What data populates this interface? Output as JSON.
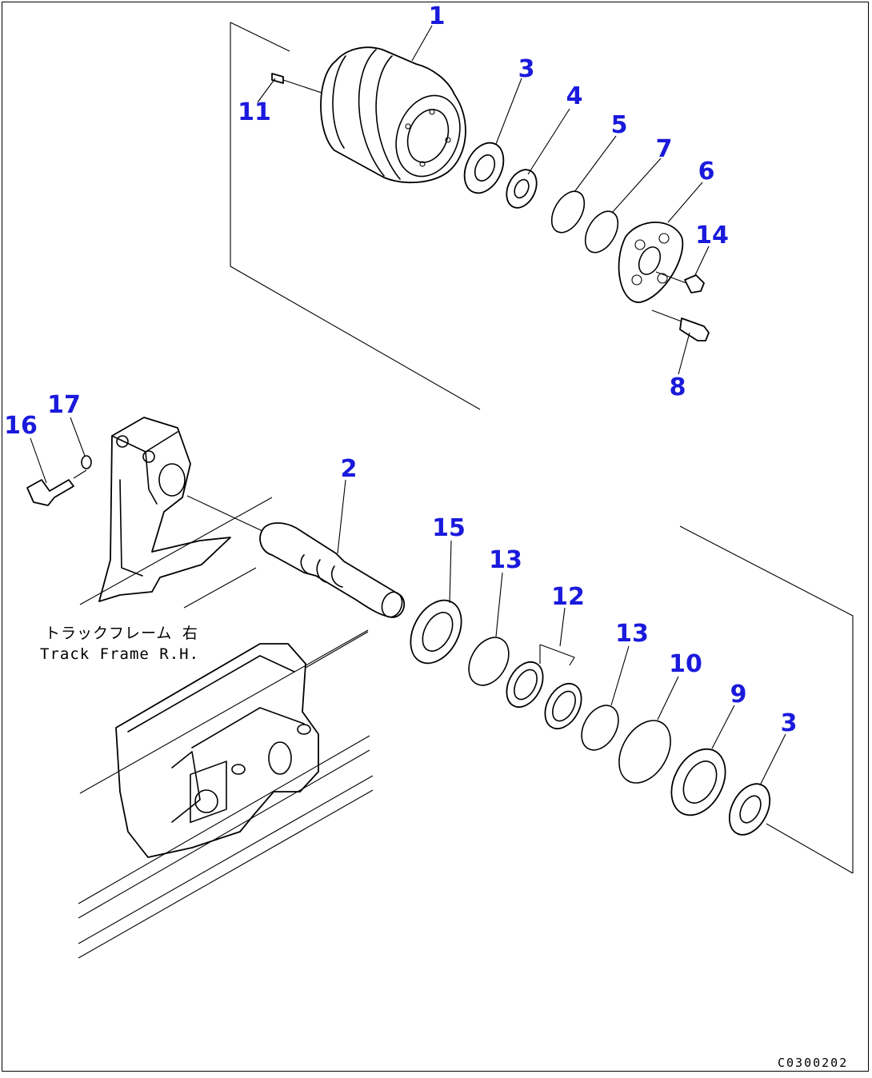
{
  "callouts": [
    {
      "id": "1",
      "text": "1"
    },
    {
      "id": "2",
      "text": "2"
    },
    {
      "id": "3a",
      "text": "3"
    },
    {
      "id": "3b",
      "text": "3"
    },
    {
      "id": "4",
      "text": "4"
    },
    {
      "id": "5",
      "text": "5"
    },
    {
      "id": "6",
      "text": "6"
    },
    {
      "id": "7",
      "text": "7"
    },
    {
      "id": "8",
      "text": "8"
    },
    {
      "id": "9",
      "text": "9"
    },
    {
      "id": "10",
      "text": "10"
    },
    {
      "id": "11",
      "text": "11"
    },
    {
      "id": "12",
      "text": "12"
    },
    {
      "id": "13a",
      "text": "13"
    },
    {
      "id": "13b",
      "text": "13"
    },
    {
      "id": "14",
      "text": "14"
    },
    {
      "id": "15",
      "text": "15"
    },
    {
      "id": "16",
      "text": "16"
    },
    {
      "id": "17",
      "text": "17"
    }
  ],
  "track_frame_label": {
    "jp": "トラックフレーム 右",
    "en": "Track Frame R.H."
  },
  "drawing_code": "C0300202",
  "colors": {
    "callout": "#1a1adc",
    "line": "#000000",
    "background": "#ffffff"
  }
}
